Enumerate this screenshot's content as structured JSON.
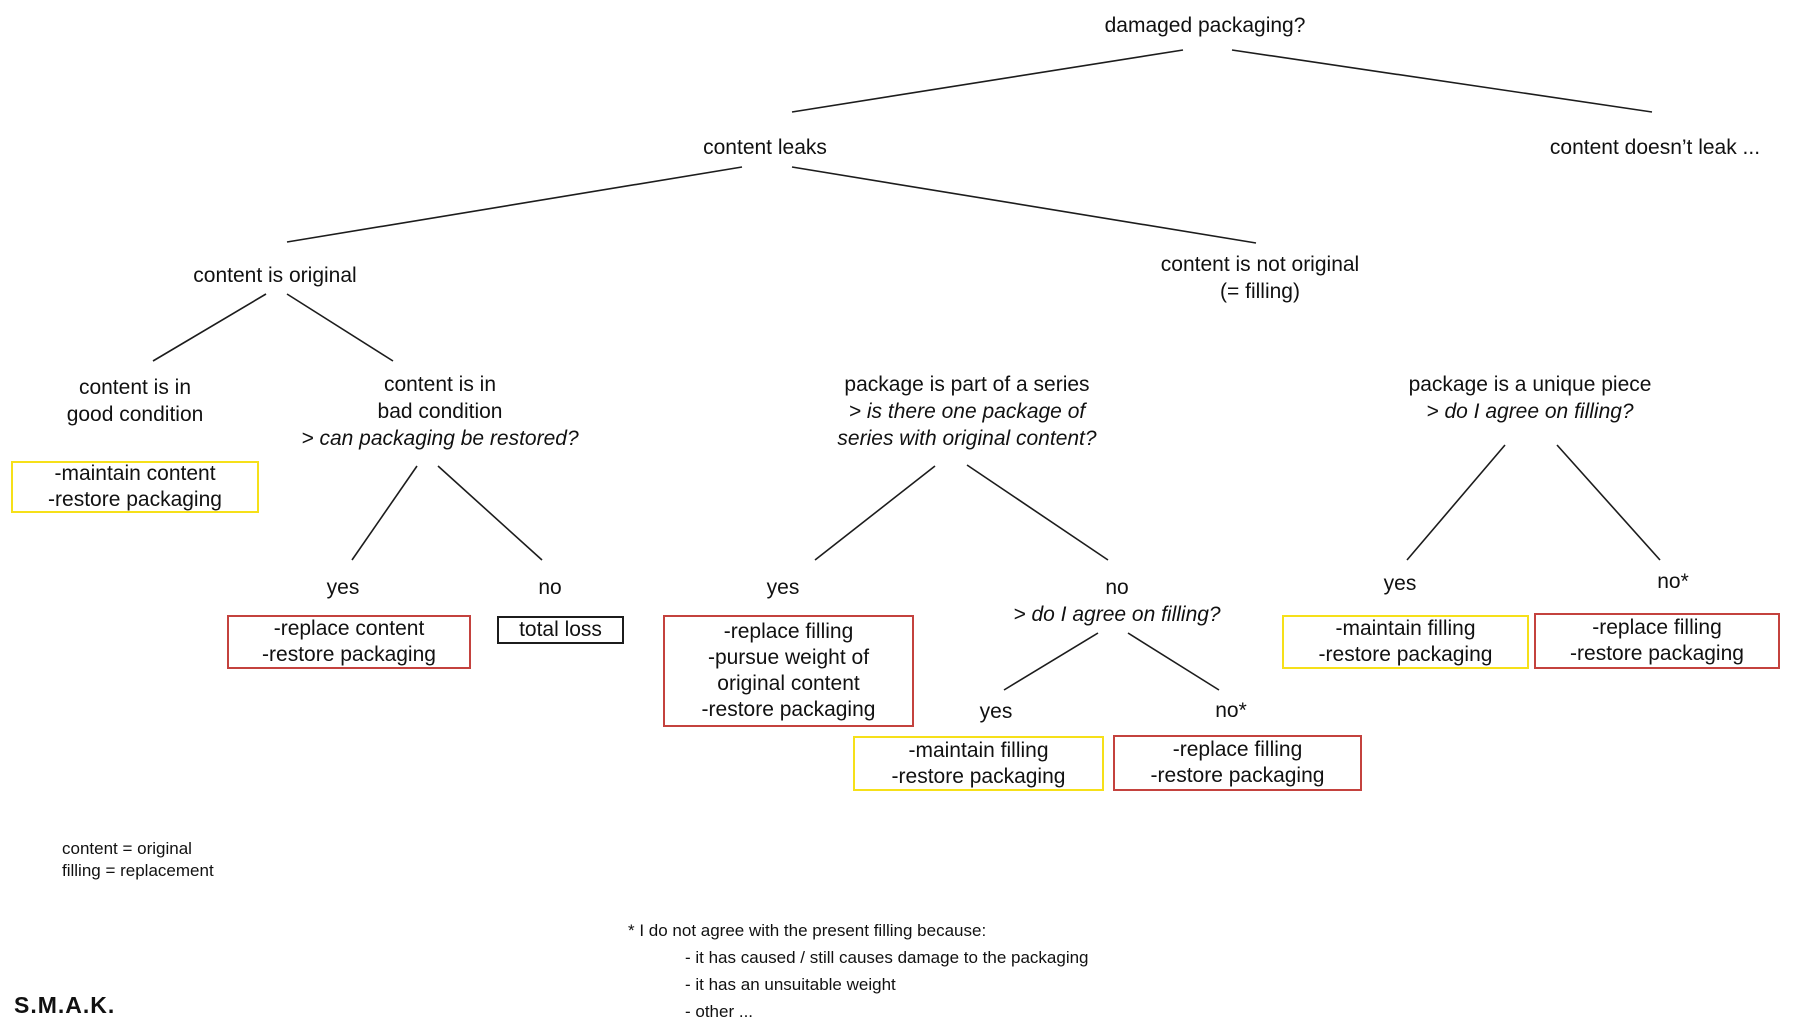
{
  "colors": {
    "background": "#ffffff",
    "text": "#111111",
    "line": "#1c1c1c",
    "yellow_box_border": "#f6e019",
    "red_box_border": "#c4423e",
    "black_box_border": "#1c1c1c"
  },
  "tree": {
    "root": {
      "label": "damaged packaging?"
    },
    "content_leaks": {
      "label": "content leaks"
    },
    "content_doesnt_leak": {
      "label": "content doesn’t leak ..."
    },
    "content_is_original": {
      "label": "content is original"
    },
    "content_not_original": {
      "line1": "content is not original",
      "line2": "(= filling)"
    },
    "good_condition": {
      "line1": "content is in",
      "line2": "good condition"
    },
    "bad_condition": {
      "line1": "content is in",
      "line2": "bad condition",
      "question": "> can packaging be restored?"
    },
    "series": {
      "label": "package is part of a series",
      "question1": "> is there one package of",
      "question2": "series with original content?"
    },
    "unique": {
      "label": "package is a unique piece",
      "question": "> do I agree on filling?"
    },
    "bad_yes": {
      "label": "yes"
    },
    "bad_no": {
      "label": "no"
    },
    "series_yes": {
      "label": "yes"
    },
    "series_no": {
      "label": "no",
      "question": "> do I agree on filling?"
    },
    "series_no_yes": {
      "label": "yes"
    },
    "series_no_no": {
      "label": "no*"
    },
    "unique_yes": {
      "label": "yes"
    },
    "unique_no": {
      "label": "no*"
    }
  },
  "boxes": {
    "maintain_content": {
      "style": "yellow",
      "lines": [
        "-maintain content",
        "-restore packaging"
      ]
    },
    "replace_content": {
      "style": "red",
      "lines": [
        "-replace content",
        "-restore packaging"
      ]
    },
    "total_loss": {
      "style": "black",
      "lines": [
        "total loss"
      ]
    },
    "replace_filling_series": {
      "style": "red",
      "lines": [
        "-replace filling",
        "-pursue weight of",
        "original content",
        "-restore packaging"
      ]
    },
    "maintain_filling_mid": {
      "style": "yellow",
      "lines": [
        "-maintain filling",
        "-restore packaging"
      ]
    },
    "replace_filling_mid": {
      "style": "red",
      "lines": [
        "-replace filling",
        "-restore packaging"
      ]
    },
    "maintain_filling_unique": {
      "style": "yellow",
      "lines": [
        "-maintain filling",
        "-restore packaging"
      ]
    },
    "replace_filling_unique": {
      "style": "red",
      "lines": [
        "-replace filling",
        "-restore packaging"
      ]
    }
  },
  "legend": {
    "line1": "content = original",
    "line2": "filling = replacement"
  },
  "footnote": {
    "title": "* I do not agree with the present filling because:",
    "items": [
      "- it has caused / still causes damage to the packaging",
      "- it has an unsuitable weight",
      "- other ..."
    ]
  },
  "logo": "S.M.A.K."
}
